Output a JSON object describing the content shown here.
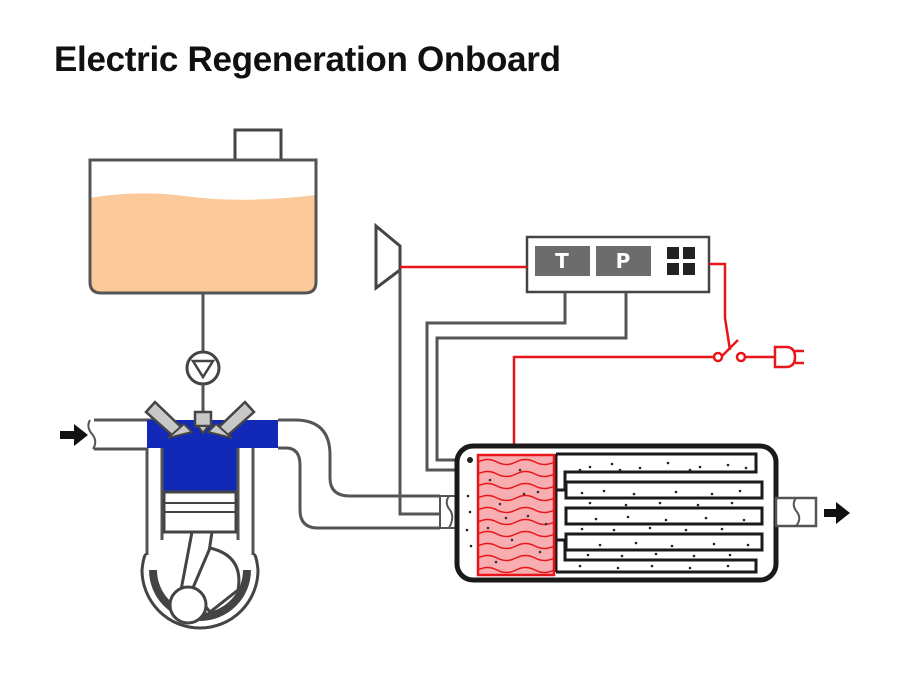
{
  "slide": {
    "title": "Electric Regeneration Onboard"
  },
  "controller": {
    "labels": [
      "T",
      "P"
    ]
  },
  "colors": {
    "fuel": "#fcc99a",
    "combustion_chamber": "#1229b8",
    "electric_wire": "#e8161b",
    "heater_fill": "#f8aeb0",
    "outline": "#1a1a1a",
    "sensor_box": "#6c6c6c",
    "sensor_wire": "#555555"
  },
  "icons": [
    "fuel-tank",
    "fuel-pump-icon",
    "fuel-injector",
    "engine-piston",
    "crankshaft",
    "pressure-sensor",
    "temperature-pressure-controller",
    "electric-switch",
    "power-plug-icon",
    "electric-heater",
    "particulate-filter",
    "arrow-right-icon"
  ]
}
